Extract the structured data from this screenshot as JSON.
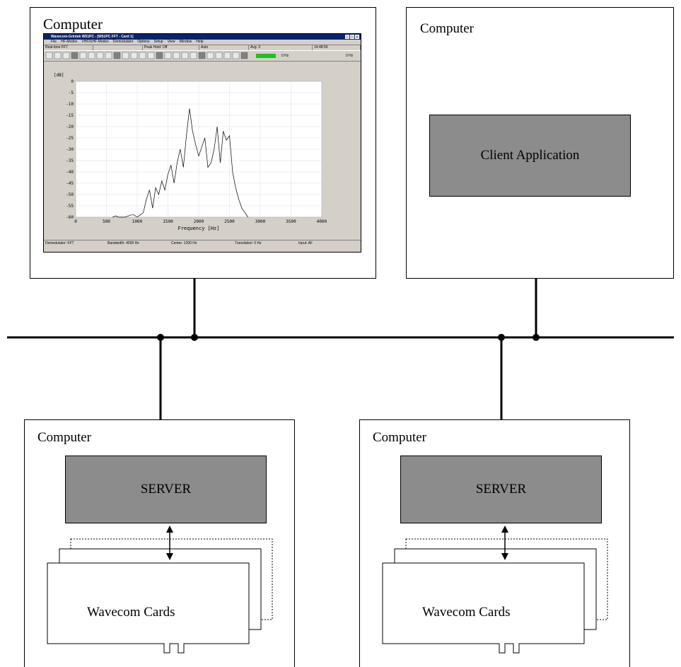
{
  "computers": {
    "top_left": {
      "label": "Computer"
    },
    "top_right": {
      "label": "Computer",
      "client_app": "Client Application"
    },
    "bottom_left": {
      "label": "Computer",
      "server": "SERVER",
      "cards": "Wavecom Cards"
    },
    "bottom_right": {
      "label": "Computer",
      "server": "SERVER",
      "cards": "Wavecom Cards"
    }
  },
  "software_window": {
    "title": "Wavecom-Grintek W51PC - [W51PC FFT - Card 1]",
    "menu": [
      "File",
      "HF-Modes",
      "VHF/UHF-Modes",
      "Demodulator",
      "Options",
      "Setup",
      "View",
      "Window",
      "Help"
    ],
    "status_top": {
      "mode": "Real-time FFT",
      "peak_hold": "Peak Hold: Off",
      "scale": "Auto",
      "avg": "Avg: 3",
      "time": "14:48:59"
    },
    "freq_left": "0 Hz",
    "freq_right": "0 Hz",
    "status_bottom": {
      "demodulator": "Demodulator: FFT",
      "bandwidth": "Bandwidth: 4000 Hz",
      "center": "Center: 1200 Hz",
      "translation": "Translation: 0 Hz",
      "input": "Input: AF"
    }
  },
  "chart_data": {
    "type": "line",
    "ylabel": "[dB]",
    "xlabel": "Frequency [Hz]",
    "xlim": [
      0,
      4000
    ],
    "ylim": [
      -60,
      0
    ],
    "x_ticks": [
      0,
      500,
      1000,
      1500,
      2000,
      2500,
      3000,
      3500,
      4000
    ],
    "y_ticks": [
      0,
      -5,
      -10,
      -15,
      -20,
      -25,
      -30,
      -35,
      -40,
      -45,
      -50,
      -55,
      -60
    ],
    "grid": true,
    "series": [
      {
        "x": [
          600,
          650,
          700,
          750,
          800,
          850,
          900,
          950,
          1000,
          1050,
          1100,
          1150,
          1200,
          1250,
          1300,
          1350,
          1400,
          1450,
          1500,
          1550,
          1600,
          1650,
          1700,
          1750,
          1800,
          1850,
          1900,
          1950,
          2000,
          2050,
          2100,
          2150,
          2200,
          2250,
          2300,
          2350,
          2400,
          2450,
          2500,
          2550,
          2600,
          2650,
          2700,
          2750,
          2800
        ],
        "y": [
          -60,
          -59.5,
          -60,
          -60,
          -60,
          -59.5,
          -59,
          -59,
          -60,
          -59,
          -58,
          -52,
          -48,
          -56,
          -47,
          -50,
          -44,
          -48,
          -41,
          -37,
          -45,
          -36,
          -30,
          -38,
          -24,
          -12,
          -22,
          -28,
          -33,
          -29,
          -25,
          -38,
          -36,
          -30,
          -20,
          -36,
          -22,
          -26,
          -24,
          -40,
          -47,
          -52,
          -56,
          -58,
          -60
        ]
      }
    ]
  }
}
